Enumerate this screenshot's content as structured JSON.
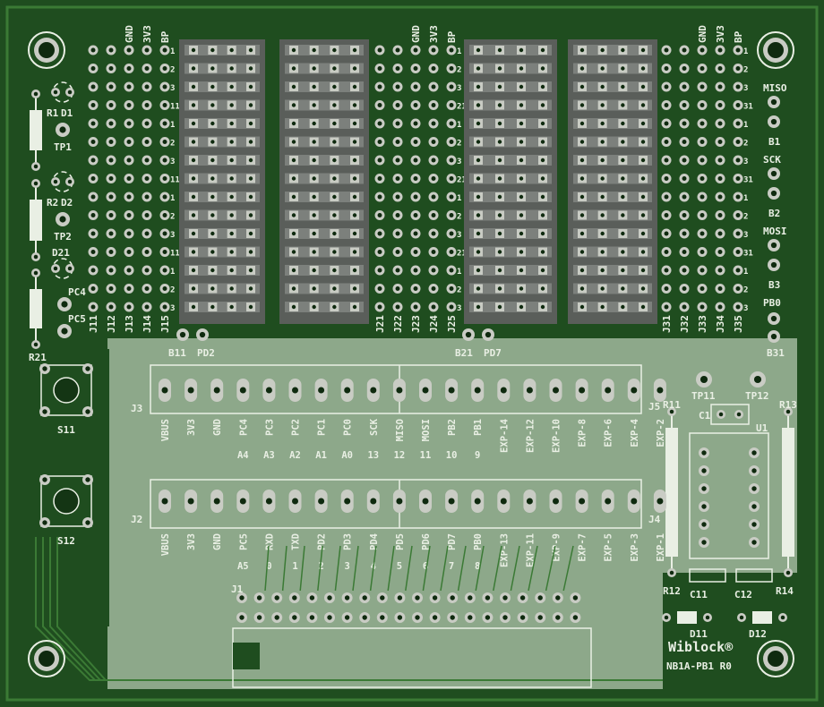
{
  "board": {
    "brand": "Wiblock®",
    "revision": "NB1A-PB1 R0",
    "colors": {
      "mask_dark": "#1f4d1f",
      "mask_trace": "#3b7a35",
      "fill_pour": "#8da88a",
      "pad": "#c9ccc4",
      "silk": "#e9efe4",
      "hole": "#0f2a0f",
      "protoboard": "#5a5e5a"
    }
  },
  "rail_labels": [
    "GND",
    "3V3",
    "BP"
  ],
  "row_numbers": [
    "1",
    "2",
    "3",
    "11",
    "1",
    "2",
    "3",
    "11",
    "1",
    "2",
    "3",
    "11",
    "1",
    "2",
    "3"
  ],
  "row_numbers_b": [
    "1",
    "2",
    "3",
    "21",
    "1",
    "2",
    "3",
    "21",
    "1",
    "2",
    "3",
    "21",
    "1",
    "2",
    "3"
  ],
  "row_numbers_c": [
    "1",
    "2",
    "3",
    "31",
    "1",
    "2",
    "3",
    "31",
    "1",
    "2",
    "3",
    "31",
    "1",
    "2",
    "3"
  ],
  "group1_connectors": [
    "J11",
    "J12",
    "J13",
    "J14",
    "J15"
  ],
  "group2_connectors": [
    "J21",
    "J22",
    "J23",
    "J24",
    "J25"
  ],
  "group3_connectors": [
    "J31",
    "J32",
    "J33",
    "J34",
    "J35"
  ],
  "left_side": {
    "r1": "R1",
    "d1": "D1",
    "tp1": "TP1",
    "r2": "R2",
    "d2": "D2",
    "tp2": "TP2",
    "d21": "D21",
    "pc4": "PC4",
    "pc5": "PC5",
    "r21": "R21",
    "s11": "S11",
    "s12": "S12"
  },
  "bottom_row_labels": {
    "b11": "B11",
    "pd2": "PD2",
    "b21": "B21",
    "pd7": "PD7",
    "b31": "B31"
  },
  "right_side": {
    "miso": "MISO",
    "b1": "B1",
    "sck": "SCK",
    "b2": "B2",
    "mosi": "MOSI",
    "b3": "B3",
    "pb0": "PB0",
    "tp11": "TP11",
    "tp12": "TP12",
    "j5": "J5",
    "j4": "J4",
    "r11": "R11",
    "r12": "R12",
    "r13": "R13",
    "r14": "R14",
    "c1": "C1",
    "u1": "U1",
    "c11": "C11",
    "c12": "C12",
    "d11": "D11",
    "d12": "D12"
  },
  "header_j3": {
    "name": "J3",
    "pins": [
      "VBUS",
      "3V3",
      "GND",
      "PC4",
      "PC3",
      "PC2",
      "PC1",
      "PC0",
      "SCK",
      "MISO",
      "MOSI",
      "PB2",
      "PB1",
      "EXP-14",
      "EXP-12",
      "EXP-10",
      "EXP-8",
      "EXP-6",
      "EXP-4",
      "EXP-2"
    ],
    "sub": [
      "",
      "",
      "",
      "A4",
      "A3",
      "A2",
      "A1",
      "A0",
      "13",
      "12",
      "11",
      "10",
      "9",
      "",
      "",
      "",
      "",
      "",
      "",
      ""
    ]
  },
  "header_j2": {
    "name": "J2",
    "pins": [
      "VBUS",
      "3V3",
      "GND",
      "PC5",
      "RXD",
      "TXD",
      "PD2",
      "PD3",
      "PD4",
      "PD5",
      "PD6",
      "PD7",
      "PB0",
      "EXP-13",
      "EXP-11",
      "EXP-9",
      "EXP-7",
      "EXP-5",
      "EXP-3",
      "EXP-1"
    ],
    "sub": [
      "",
      "",
      "",
      "A5",
      "0",
      "1",
      "2",
      "3",
      "4",
      "5",
      "6",
      "7",
      "8",
      "",
      "",
      "",
      "",
      "",
      "",
      ""
    ]
  },
  "j1": "J1"
}
